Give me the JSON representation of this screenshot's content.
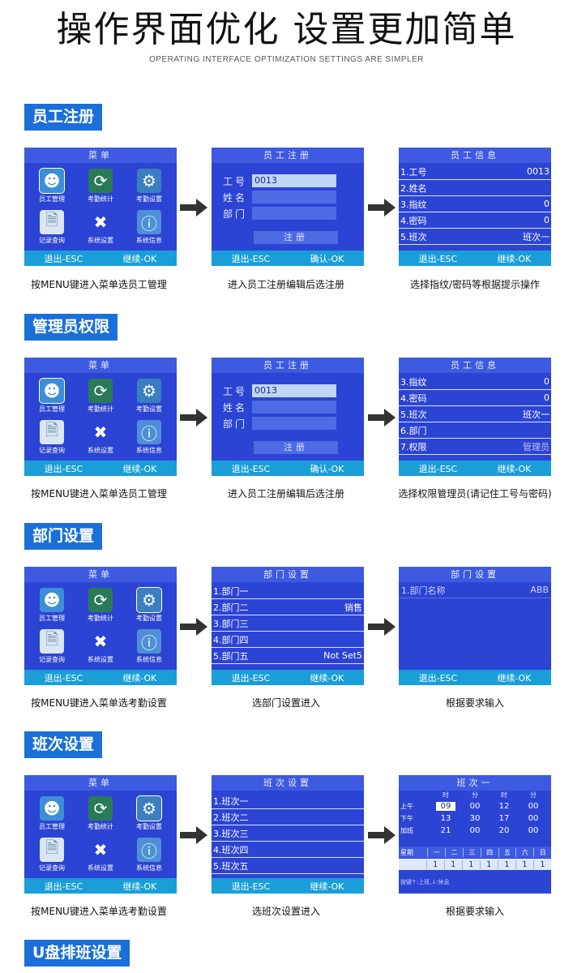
{
  "page": {
    "title": "操作界面优化 设置更加简单",
    "subtitle": "OPERATING INTERFACE OPTIMIZATION SETTINGS ARE SIMPLER"
  },
  "menu": {
    "title": "菜单",
    "items": [
      "员工管理",
      "考勤统计",
      "考勤设置",
      "记录查询",
      "系统设置",
      "系统信息"
    ],
    "footer_left": "退出-ESC",
    "footer_right": "继续-OK"
  },
  "register": {
    "title": "员工注册",
    "fields": [
      {
        "label": "工号",
        "value": "0013"
      },
      {
        "label": "姓名",
        "value": ""
      },
      {
        "label": "部门",
        "value": ""
      }
    ],
    "button": "注册",
    "footer_left": "退出-ESC",
    "footer_right": "确认-OK"
  },
  "sections": [
    {
      "label": "员工注册",
      "captions": [
        "按MENU键进入菜单选员工管理",
        "进入员工注册编辑后选注册",
        "选择指纹/密码等根据提示操作"
      ],
      "info": {
        "title": "员工信息",
        "rows": [
          {
            "label": "1.工号",
            "value": "0013"
          },
          {
            "label": "2.姓名",
            "value": ""
          },
          {
            "label": "3.指纹",
            "value": "0"
          },
          {
            "label": "4.密码",
            "value": "0"
          },
          {
            "label": "5.班次",
            "value": "班次一"
          }
        ],
        "footer_left": "退出-ESC",
        "footer_right": "继续-OK"
      }
    },
    {
      "label": "管理员权限",
      "captions": [
        "按MENU键进入菜单选员工管理",
        "进入员工注册编辑后选注册",
        "选择权限管理员(请记住工号与密码)"
      ],
      "info": {
        "title": "员工信息",
        "rows": [
          {
            "label": "3.指纹",
            "value": "0"
          },
          {
            "label": "4.密码",
            "value": "0"
          },
          {
            "label": "5.班次",
            "value": "班次一"
          },
          {
            "label": "6.部门",
            "value": ""
          },
          {
            "label": "7.权限",
            "value": "管理员"
          }
        ],
        "footer_left": "退出-ESC",
        "footer_right": "继续-OK"
      }
    },
    {
      "label": "部门设置",
      "captions": [
        "按MENU键进入菜单选考勤设置",
        "选部门设置进入",
        "根据要求输入"
      ],
      "list": {
        "title": "部门设置",
        "rows": [
          {
            "label": "1.部门一",
            "value": ""
          },
          {
            "label": "2.部门二",
            "value": "销售"
          },
          {
            "label": "3.部门三",
            "value": ""
          },
          {
            "label": "4.部门四",
            "value": ""
          },
          {
            "label": "5.部门五",
            "value": "Not Set5"
          }
        ],
        "footer_left": "退出-ESC",
        "footer_right": "继续-OK"
      },
      "detail": {
        "title": "部门设置",
        "row_label": "1.部门名称",
        "row_value": "ABB",
        "footer_left": "退出-ESC",
        "footer_right": "继续-OK"
      }
    },
    {
      "label": "班次设置",
      "captions": [
        "按MENU键进入菜单选考勤设置",
        "选班次设置进入",
        "根据要求输入"
      ],
      "list": {
        "title": "班次设置",
        "rows": [
          {
            "label": "1.班次一",
            "value": ""
          },
          {
            "label": "2.班次二",
            "value": ""
          },
          {
            "label": "3.班次三",
            "value": ""
          },
          {
            "label": "4.班次四",
            "value": ""
          },
          {
            "label": "5.班次五",
            "value": ""
          }
        ],
        "footer_left": "退出-ESC",
        "footer_right": "继续-OK"
      },
      "shift": {
        "title": "班次一",
        "head": [
          "时",
          "分",
          "时",
          "分"
        ],
        "rows": [
          {
            "label": "上午",
            "values": [
              "09",
              "00",
              "12",
              "00"
            ]
          },
          {
            "label": "下午",
            "values": [
              "13",
              "30",
              "17",
              "00"
            ]
          },
          {
            "label": "加班",
            "values": [
              "21",
              "00",
              "20",
              "00"
            ]
          }
        ],
        "week_label": "星期",
        "week_days": [
          "一",
          "二",
          "三",
          "四",
          "五",
          "六",
          "日"
        ],
        "week_values": [
          "1",
          "1",
          "1",
          "1",
          "1",
          "1",
          "1"
        ],
        "hint": "按键↑:上班,↓:休息"
      }
    },
    {
      "label": "U盘排班设置"
    }
  ]
}
